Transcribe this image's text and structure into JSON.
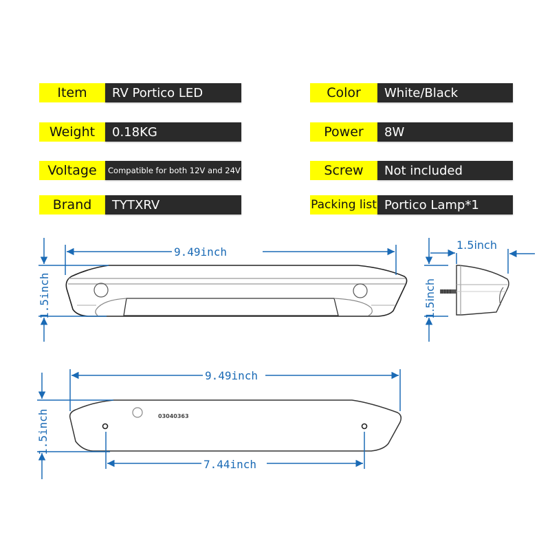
{
  "specs": {
    "left": [
      {
        "label": "Item",
        "value": "RV Portico LED"
      },
      {
        "label": "Weight",
        "value": "0.18KG"
      },
      {
        "label": "Voltage",
        "value": "Compatible for both 12V and 24V"
      },
      {
        "label": "Brand",
        "value": "TYTXRV"
      }
    ],
    "right": [
      {
        "label": "Color",
        "value": "White/Black"
      },
      {
        "label": "Power",
        "value": "8W"
      },
      {
        "label": "Screw",
        "value": "Not included"
      },
      {
        "label": "Packing list",
        "value": "Portico Lamp*1"
      }
    ]
  },
  "diagram": {
    "front_view": {
      "length_label": "9.49inch",
      "height_label": "1.5inch"
    },
    "side_view": {
      "depth_label": "1.5inch",
      "height_label": "1.5inch"
    },
    "back_view": {
      "length_label": "9.49inch",
      "height_label": "1.5inch",
      "hole_spacing_label": "7.44inch",
      "serial_number": "03040363"
    }
  },
  "colors": {
    "label_bg": "#ffff00",
    "value_bg": "#2a2a2a",
    "dimension_blue": "#1a6ab5"
  }
}
